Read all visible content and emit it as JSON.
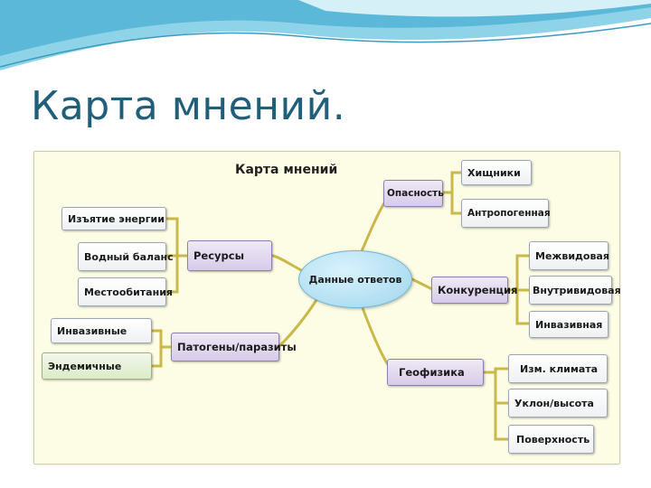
{
  "slide": {
    "title": "Карта мнений."
  },
  "diagram": {
    "title": "Карта мнений",
    "center": "Данные ответов",
    "branches": {
      "resources": {
        "label": "Ресурсы",
        "items": [
          "Изъятие энергии",
          "Водный баланс",
          "Местообитания"
        ]
      },
      "pathogens": {
        "label": "Патогены/паразиты",
        "items": [
          "Инвазивные",
          "Эндемичные"
        ]
      },
      "danger": {
        "label": "Опасность",
        "items": [
          "Хищники",
          "Антропогенная"
        ]
      },
      "competition": {
        "label": "Конкуренция",
        "items": [
          "Межвидовая",
          "Внутривидовая",
          "Инвазивная"
        ]
      },
      "geophysics": {
        "label": "Геофизика",
        "items": [
          "Изм. климата",
          "Уклон/высота",
          "Поверхность"
        ]
      }
    }
  },
  "colors": {
    "title": "#1f5f7a",
    "connector": "#c9b84a",
    "wave": "#6ec3df",
    "center": "#a8dcf0",
    "branch": "#d9cdea"
  }
}
